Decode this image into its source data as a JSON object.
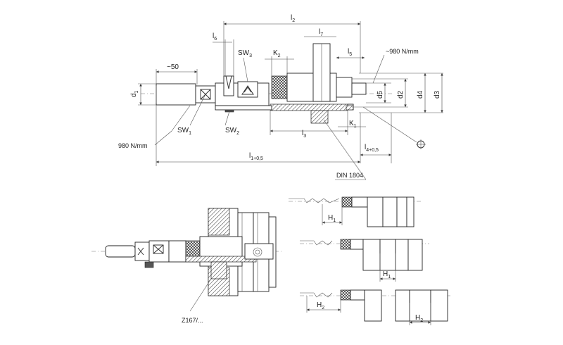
{
  "labels": {
    "l2": "l",
    "l2_sub": "2",
    "l6": "l",
    "l6_sub": "6",
    "l7": "l",
    "l7_sub": "7",
    "l5": "l",
    "l5_sub": "5",
    "sw3": "SW",
    "sw3_sub": "3",
    "k2": "K",
    "k2_sub": "2",
    "approx50": "~50",
    "approx980": "~980 N/mm",
    "d1": "d",
    "d1_sub": "1",
    "d5": "d5",
    "d2": "d2",
    "d4": "d4",
    "d3": "d3",
    "sw1": "SW",
    "sw1_sub": "1",
    "sw2": "SW",
    "sw2_sub": "2",
    "l3": "l",
    "l3_sub": "3",
    "k1": "K",
    "k1_sub": "1",
    "n980": "980 N/mm",
    "l4": "l",
    "l4_sub": "4+0,5",
    "l1": "l",
    "l1_sub": "1+0,5",
    "din": "DIN 1804",
    "z167": "Z167/...",
    "h1_a": "H",
    "h1_a_sub": "1",
    "h1_b": "H",
    "h1_b_sub": "1",
    "h2_a": "H",
    "h2_a_sub": "2",
    "h2_b": "H",
    "h2_b_sub": "2"
  }
}
